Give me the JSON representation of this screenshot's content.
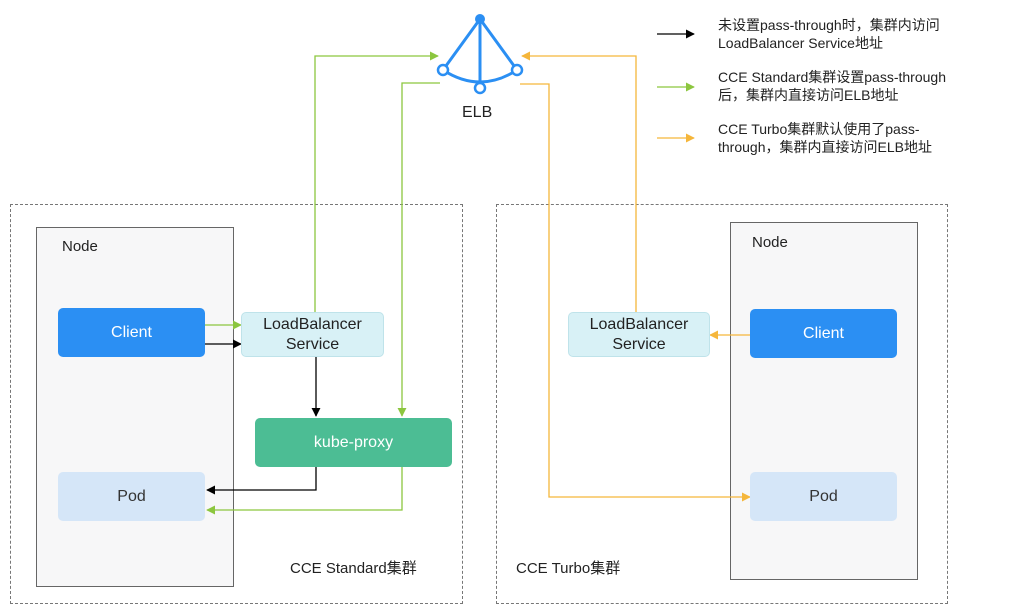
{
  "elb": {
    "label": "ELB"
  },
  "legend": [
    {
      "line1": "未设置pass-through时，集群内访问",
      "line2": "LoadBalancer Service地址",
      "color": "#000000"
    },
    {
      "line1": "CCE Standard集群设置pass-through",
      "line2": "后，集群内直接访问ELB地址",
      "color": "#8cc63f"
    },
    {
      "line1": "CCE Turbo集群默认使用了pass-",
      "line2": "through，集群内直接访问ELB地址",
      "color": "#f5b63b"
    }
  ],
  "standard": {
    "cluster_label": "CCE Standard集群",
    "node_label": "Node",
    "client": "Client",
    "lbs_line1": "LoadBalancer",
    "lbs_line2": "Service",
    "kube_proxy": "kube-proxy",
    "pod": "Pod"
  },
  "turbo": {
    "cluster_label": "CCE Turbo集群",
    "node_label": "Node",
    "client": "Client",
    "lbs_line1": "LoadBalancer",
    "lbs_line2": "Service",
    "pod": "Pod"
  }
}
